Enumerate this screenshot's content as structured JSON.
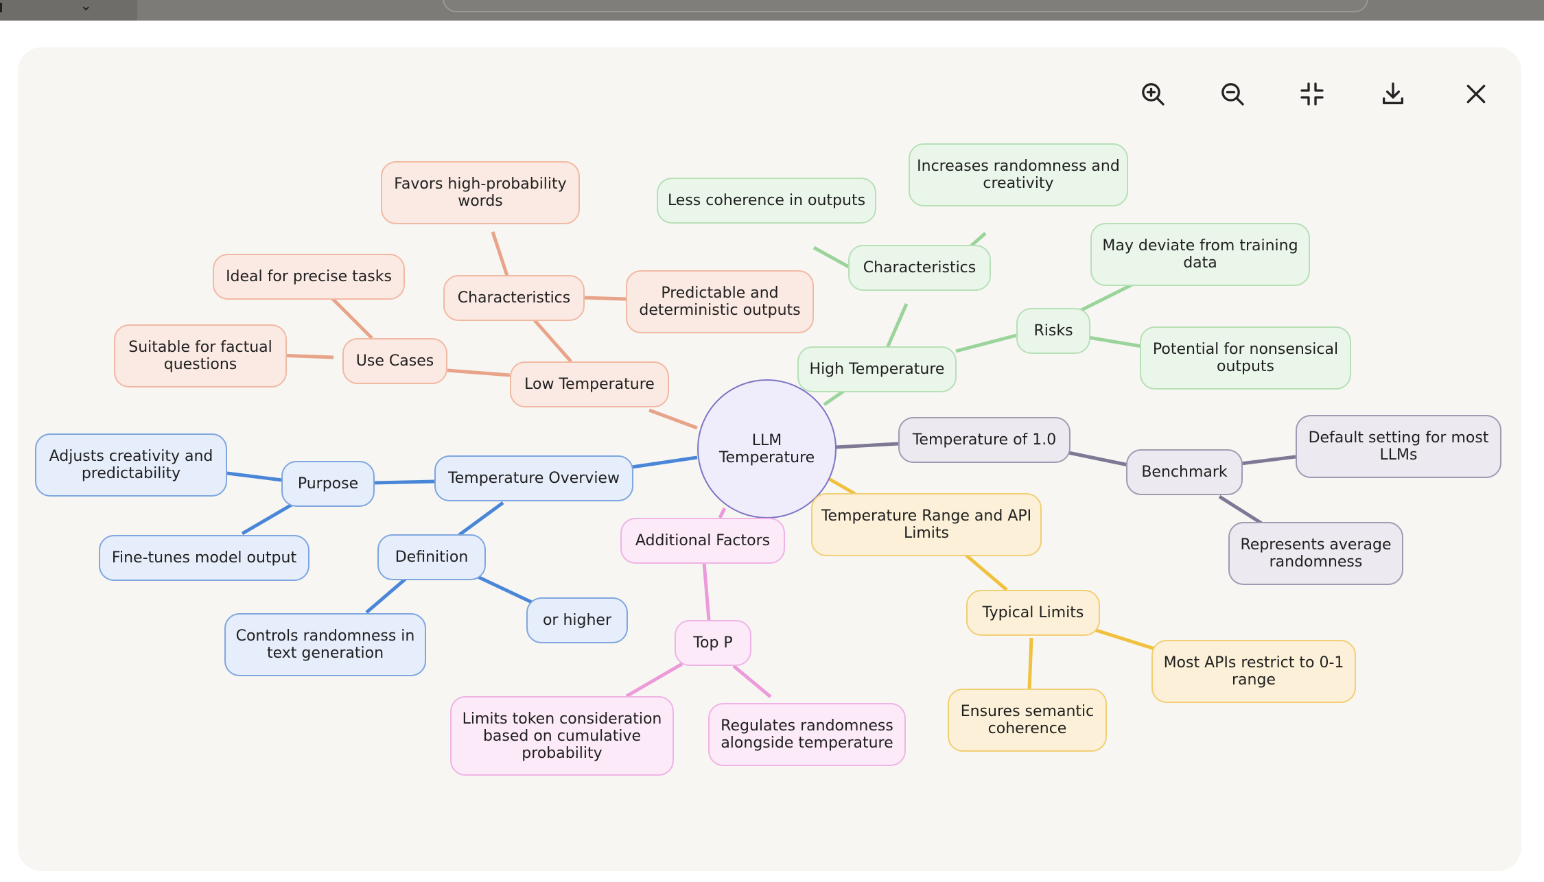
{
  "toolbar": {
    "zoom_in": "zoom-in-icon",
    "zoom_out": "zoom-out-icon",
    "collapse": "collapse-icon",
    "download": "download-icon",
    "close": "close-icon"
  },
  "colors": {
    "root": "#7c74c4",
    "orange": "#e8a489",
    "blue": "#4a86d8",
    "green": "#9bd49a",
    "gray": "#7d7894",
    "yellow": "#f0c13e",
    "pink": "#ec9ad9"
  },
  "mindmap": {
    "root": "LLM Temperature",
    "low_temperature": {
      "label": "Low Temperature",
      "use_cases": {
        "label": "Use Cases",
        "items": [
          "Ideal for precise tasks",
          "Suitable for factual questions"
        ]
      },
      "characteristics": {
        "label": "Characteristics",
        "items": [
          "Favors high-probability words",
          "Predictable and deterministic outputs"
        ]
      }
    },
    "high_temperature": {
      "label": "High Temperature",
      "characteristics": {
        "label": "Characteristics",
        "items": [
          "Less coherence in outputs",
          "Increases randomness and creativity"
        ]
      },
      "risks": {
        "label": "Risks",
        "items": [
          "May deviate from training data",
          "Potential for nonsensical outputs"
        ]
      }
    },
    "temperature_1": {
      "label": "Temperature of 1.0",
      "benchmark": {
        "label": "Benchmark",
        "items": [
          "Default setting for most LLMs",
          "Represents average randomness"
        ]
      }
    },
    "range_limits": {
      "label": "Temperature Range and API Limits",
      "typical_limits": {
        "label": "Typical Limits",
        "items": [
          "Most APIs restrict to 0-1 range",
          "Ensures semantic coherence"
        ]
      }
    },
    "additional_factors": {
      "label": "Additional Factors",
      "top_p": {
        "label": "Top P",
        "items": [
          "Limits token consideration based on cumulative probability",
          "Regulates randomness alongside temperature"
        ]
      }
    },
    "overview": {
      "label": "Temperature Overview",
      "purpose": {
        "label": "Purpose",
        "items": [
          "Adjusts creativity and predictability",
          "Fine-tunes model output"
        ]
      },
      "definition": {
        "label": "Definition",
        "items": [
          "Controls randomness in text generation",
          "or higher"
        ]
      }
    }
  }
}
